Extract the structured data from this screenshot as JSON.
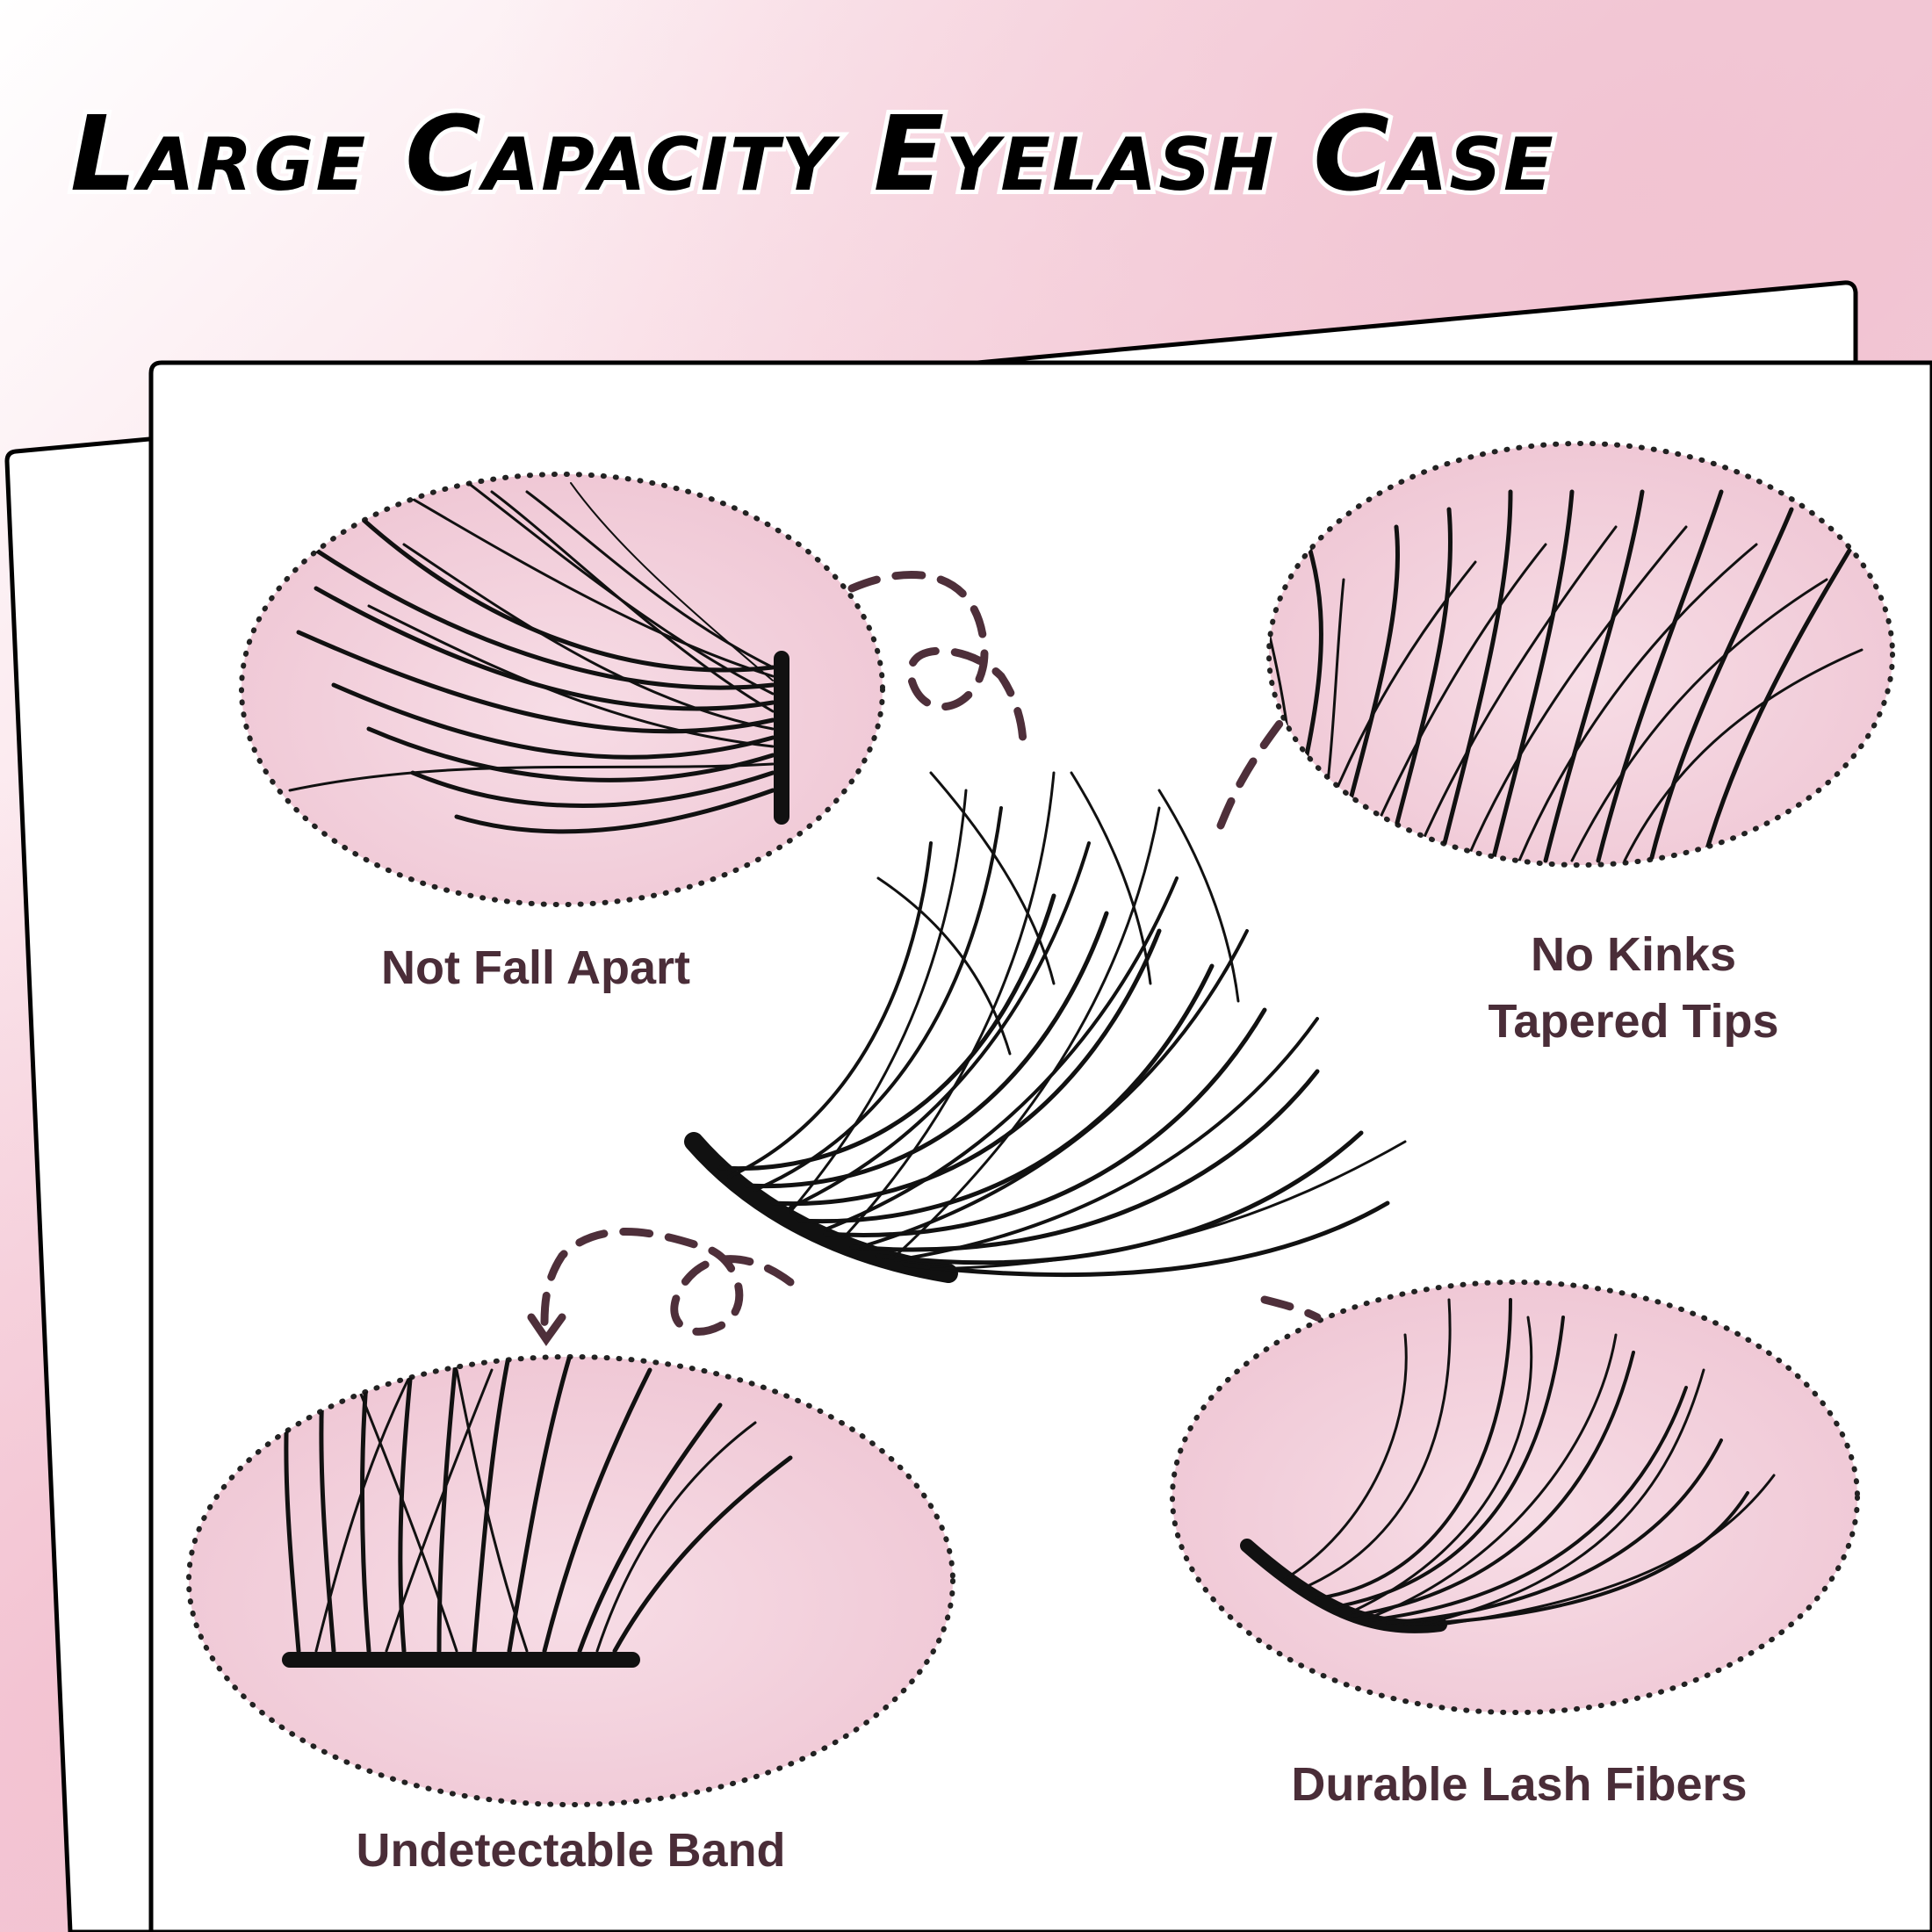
{
  "headline": "Large Capacity Eyelash Case",
  "features": [
    {
      "label": "Not Fall Apart"
    },
    {
      "label_line1": "No Kinks",
      "label_line2": "Tapered Tips"
    },
    {
      "label": "Durable Lash Fibers"
    },
    {
      "label": "Undetectable Band"
    }
  ],
  "colors": {
    "background_pink": "#f3c9d6",
    "bubble_pink": "#f4d3de",
    "label_text": "#4a2d38",
    "dashed_arrow": "#4e2f3a",
    "lash_black": "#111111",
    "card_border": "#000000"
  }
}
